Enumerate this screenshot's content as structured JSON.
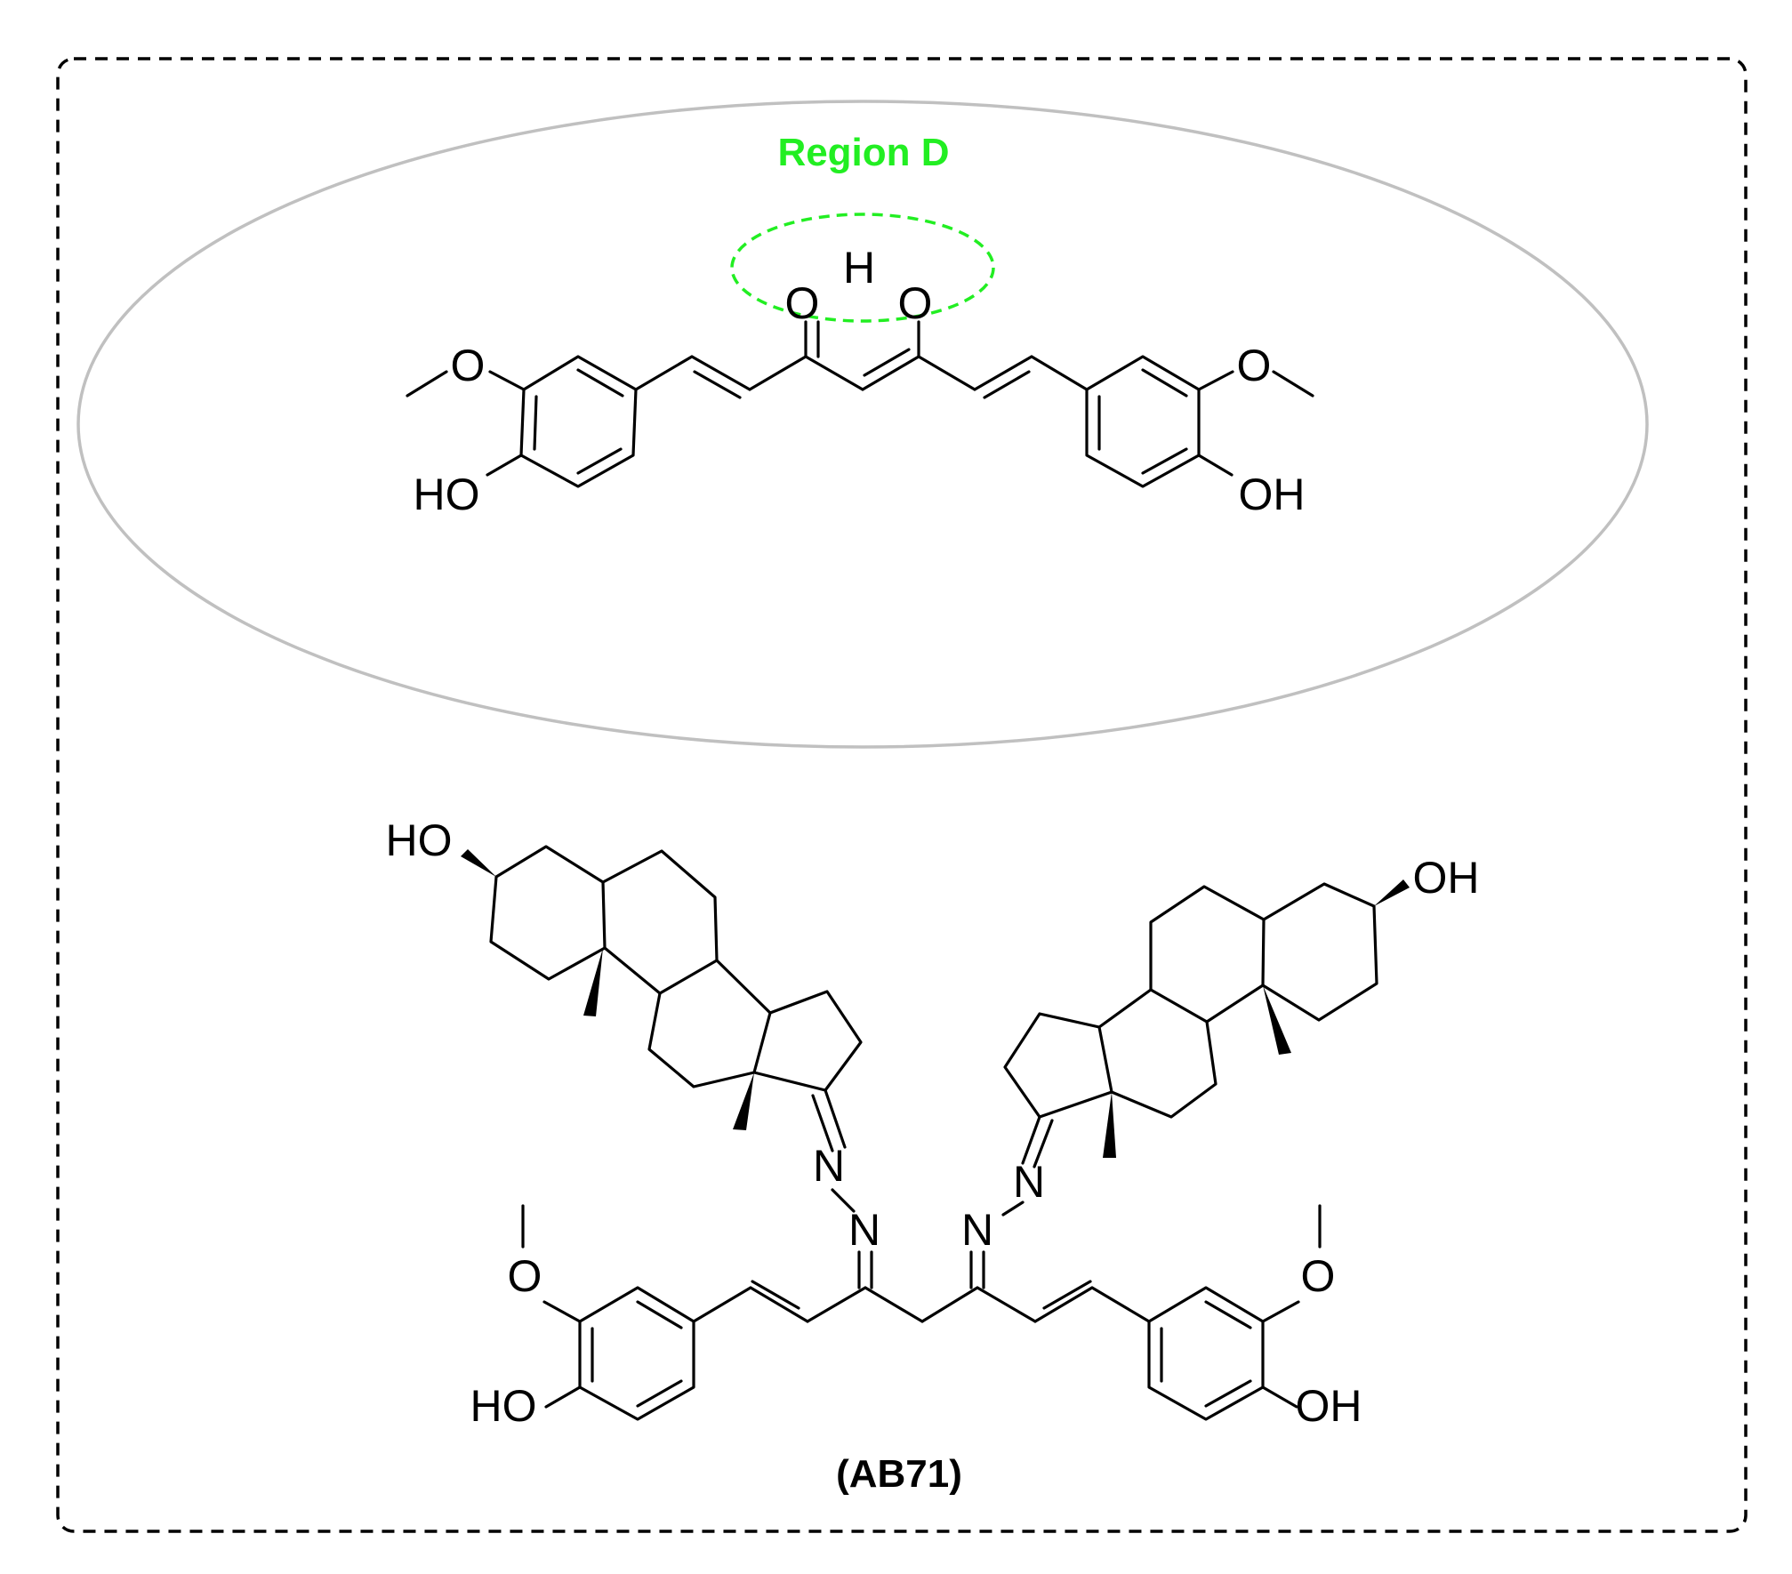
{
  "region_label": "Region D",
  "compound_label": "(AB71)",
  "hydrogen_label": "H",
  "atoms": {
    "oxygen": "O",
    "hydroxyl_left": "HO",
    "hydroxyl_right": "OH",
    "nitrogen": "N"
  },
  "colors": {
    "region_highlight": "#22ee22",
    "pocket_outline": "#c0c0c0",
    "frame_border": "#000000",
    "bonds": "#000000"
  }
}
